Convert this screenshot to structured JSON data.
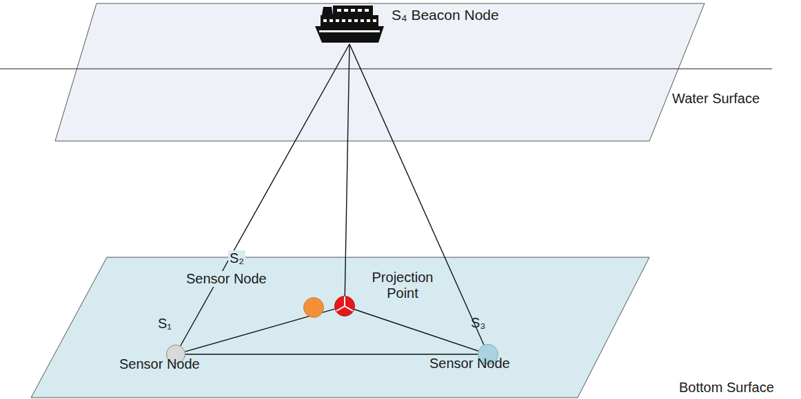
{
  "diagram": {
    "nodes": [
      {
        "text": [
          "S₄ Beacon Node"
        ]
      },
      {
        "text": [
          "S₂",
          "Sensor Node"
        ]
      },
      {
        "text": [
          "Projection Point"
        ]
      },
      {
        "text": [
          "S₁",
          "Sensor Node"
        ]
      },
      {
        "text": [
          "S₃",
          "Sensor Node"
        ]
      }
    ],
    "edges": [
      {
        "from": 0,
        "to": 3,
        "arrow": "none"
      },
      {
        "from": 0,
        "to": 2,
        "arrow": "none"
      },
      {
        "from": 0,
        "to": 4,
        "arrow": "none"
      },
      {
        "from": 3,
        "to": 2,
        "arrow": "none"
      },
      {
        "from": 2,
        "to": 4,
        "arrow": "none"
      },
      {
        "from": 3,
        "to": 4,
        "arrow": "none"
      }
    ],
    "labels": [
      "Water Surface",
      "Bottom Surface"
    ]
  }
}
